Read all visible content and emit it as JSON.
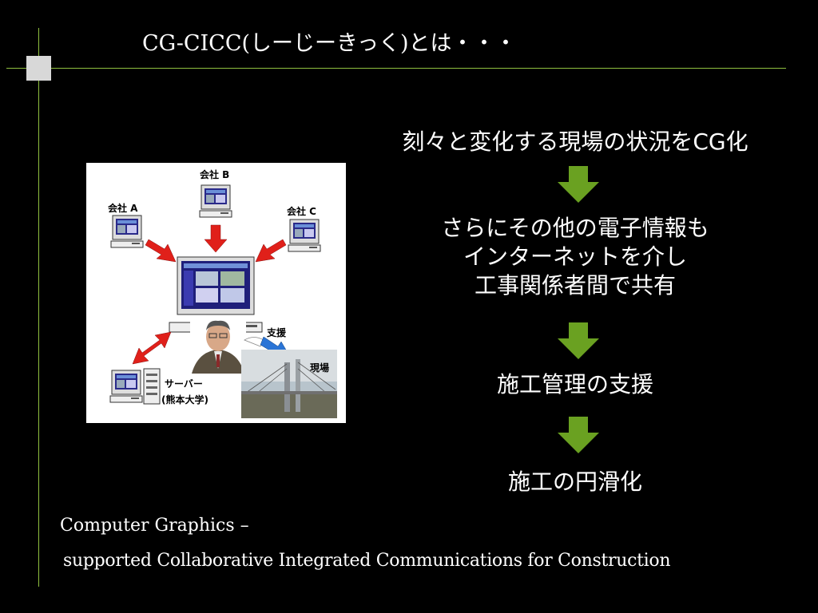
{
  "slide": {
    "title": "CG-CICC(しーじーきっく)とは・・・",
    "steps": [
      {
        "lines": [
          "刻々と変化する現場の状況をCG化"
        ]
      },
      {
        "lines": [
          "さらにその他の電子情報も",
          "インターネットを介し",
          "工事関係者間で共有"
        ]
      },
      {
        "lines": [
          "施工管理の支援"
        ]
      },
      {
        "lines": [
          "施工の円滑化"
        ]
      }
    ],
    "diagram": {
      "company_a": "会社 A",
      "company_b": "会社 B",
      "company_c": "会社 C",
      "support": "支援",
      "site": "現場",
      "server_line1": "サーバー",
      "server_line2": "(熊本大学)"
    },
    "footer": {
      "line1": "Computer Graphics –",
      "line2": "supported Collaborative Integrated Communications for Construction"
    }
  },
  "colors": {
    "background": "#000000",
    "accent_line": "#8fbf3f",
    "arrow_green": "#6aa121",
    "arrow_red": "#e0201a",
    "arrow_blue": "#2a74d6"
  },
  "icons": [
    "computer-icon",
    "server-icon",
    "person-photo",
    "bridge-photo",
    "down-arrow-icon"
  ]
}
